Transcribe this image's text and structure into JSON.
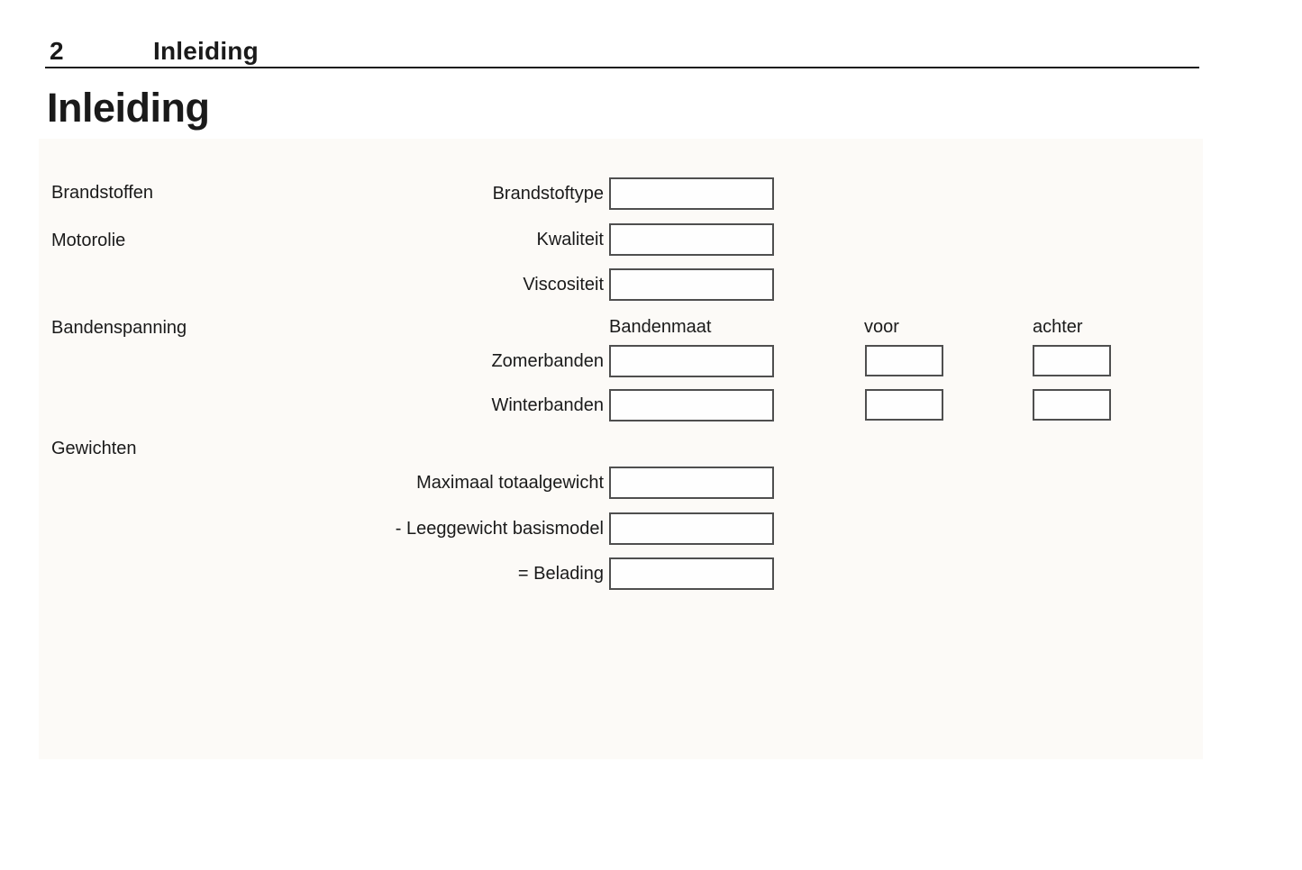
{
  "header": {
    "page_number": "2",
    "chapter_title": "Inleiding"
  },
  "page_title": "Inleiding",
  "form": {
    "section_labels": {
      "fuels": "Brandstoffen",
      "engine_oil": "Motorolie",
      "tyre_pressure": "Bandenspanning",
      "weights": "Gewichten"
    },
    "column_headers": {
      "tyre_size": "Bandenmaat",
      "front": "voor",
      "rear": "achter"
    },
    "fields": {
      "fuel_type": {
        "label": "Brandstoftype",
        "value": ""
      },
      "oil_quality": {
        "label": "Kwaliteit",
        "value": ""
      },
      "oil_viscosity": {
        "label": "Viscositeit",
        "value": ""
      },
      "summer_tyres": {
        "label": "Zomerbanden",
        "size_value": "",
        "front_value": "",
        "rear_value": ""
      },
      "winter_tyres": {
        "label": "Winterbanden",
        "size_value": "",
        "front_value": "",
        "rear_value": ""
      },
      "max_total_weight": {
        "label": "Maximaal totaalgewicht",
        "value": ""
      },
      "kerb_weight_base_model": {
        "label": "- Leeggewicht basismodel",
        "value": ""
      },
      "payload": {
        "label": "= Belading",
        "value": ""
      }
    }
  },
  "colors": {
    "text": "#1a1a1a",
    "rule": "#1a1a1a",
    "box_border": "#4f4f4f",
    "box_fill": "#fefefe",
    "panel_background": "#fcfaf7",
    "page_background": "#ffffff"
  }
}
